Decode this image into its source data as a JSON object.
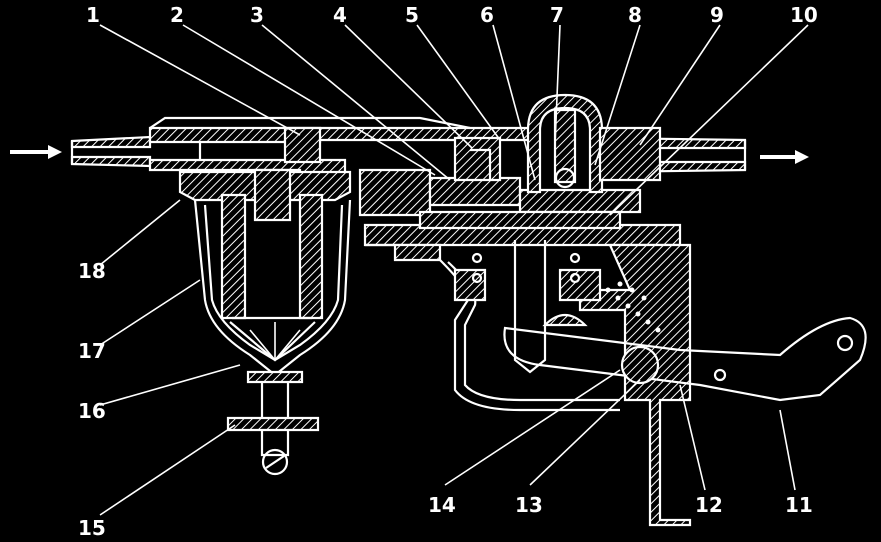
{
  "diagram": {
    "callouts": [
      "1",
      "2",
      "3",
      "4",
      "5",
      "6",
      "7",
      "8",
      "9",
      "10",
      "11",
      "12",
      "13",
      "14",
      "15",
      "16",
      "17",
      "18"
    ]
  }
}
